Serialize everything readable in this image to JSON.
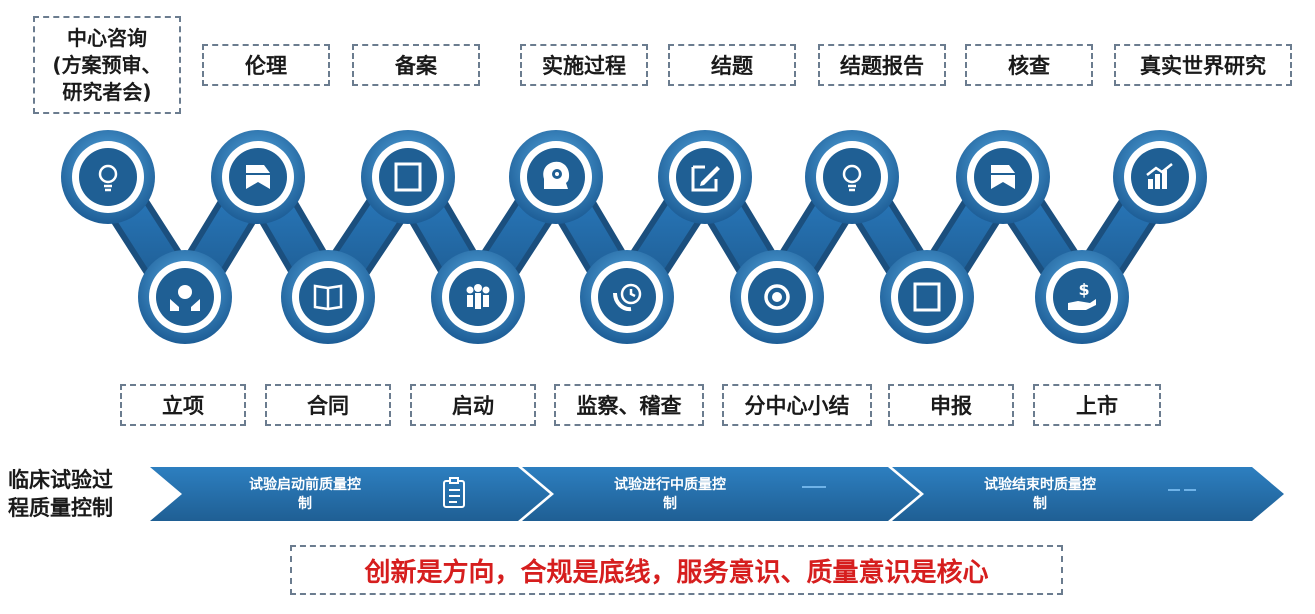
{
  "top_stages": [
    {
      "lines": [
        "中心咨询",
        "(方案预审、",
        "研究者会)"
      ]
    },
    {
      "lines": [
        "伦理"
      ]
    },
    {
      "lines": [
        "备案"
      ]
    },
    {
      "lines": [
        "实施过程"
      ]
    },
    {
      "lines": [
        "结题"
      ]
    },
    {
      "lines": [
        "结题报告"
      ]
    },
    {
      "lines": [
        "核查"
      ]
    },
    {
      "lines": [
        "真实世界研究"
      ]
    }
  ],
  "bottom_stages": [
    "立项",
    "合同",
    "启动",
    "监察、稽查",
    "分中心小结",
    "申报",
    "上市"
  ],
  "timeline_icons_top": [
    "lightbulb-icon",
    "flag-icon",
    "square-icon",
    "gear-head-icon",
    "edit-icon",
    "lightbulb-icon",
    "flag-icon",
    "chart-icon"
  ],
  "timeline_icons_bottom": [
    "hands-coin-icon",
    "book-icon",
    "team-icon",
    "phone-clock-icon",
    "target-icon",
    "square-icon",
    "money-hand-icon"
  ],
  "quality_label": [
    "临床试验过",
    "程质量控制"
  ],
  "quality_phases": [
    {
      "lines": [
        "试验启动前质量控",
        "制"
      ],
      "icon": "checklist-icon"
    },
    {
      "lines": [
        "试验进行中质量控",
        "制"
      ],
      "icon": "dash-icon"
    },
    {
      "lines": [
        "试验结束时质量控",
        "制"
      ],
      "icon": "dash-icon"
    }
  ],
  "slogan": "创新是方向，合规是底线，服务意识、质量意识是核心",
  "colors": {
    "primary": "#1f5f94",
    "light": "#2f86c6",
    "ring": "#5ba6dd",
    "slogan": "#d61e1e"
  }
}
